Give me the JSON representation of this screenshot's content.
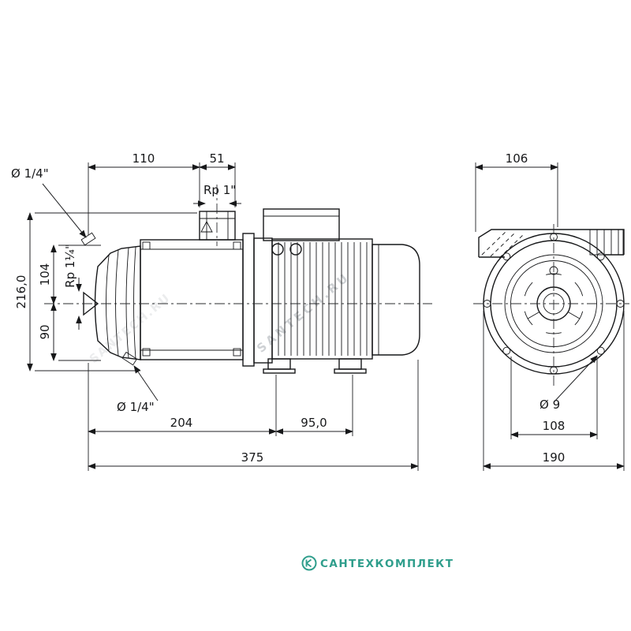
{
  "watermark": {
    "text": "SANTECH.RU",
    "text2": "SANTECH.RU"
  },
  "footer": {
    "brand": "САНТЕХКОМПЛЕКТ"
  },
  "side_view": {
    "dims": {
      "width_suction_to_port": "110",
      "width_port_offset": "51",
      "discharge_port_thread": "Rp 1\"",
      "vent_plug_size": "Ø 1/4\"",
      "total_height": "216,0",
      "center_to_top": "104",
      "suction_port_thread": "Rp 1¼\"",
      "center_to_base": "90",
      "drain_plug_size": "Ø 1/4\"",
      "pump_length": "204",
      "foot_spacing": "95,0",
      "total_length": "375"
    }
  },
  "front_view": {
    "dims": {
      "terminal_box_width": "106",
      "bolt_hole_diameter": "Ø 9",
      "foot_hole_spacing": "108",
      "total_width": "190"
    }
  }
}
